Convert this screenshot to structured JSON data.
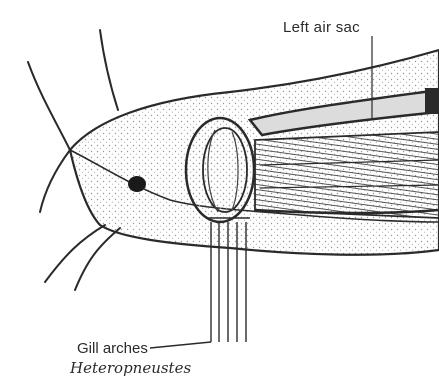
{
  "labels": {
    "left_air_sac": "Left air sac",
    "gill_arches": "Gill arches",
    "genus": "Heteropneustes"
  },
  "colors": {
    "ink": "#2a2a2a",
    "background": "#ffffff",
    "stipple": "#9a9a9a"
  }
}
